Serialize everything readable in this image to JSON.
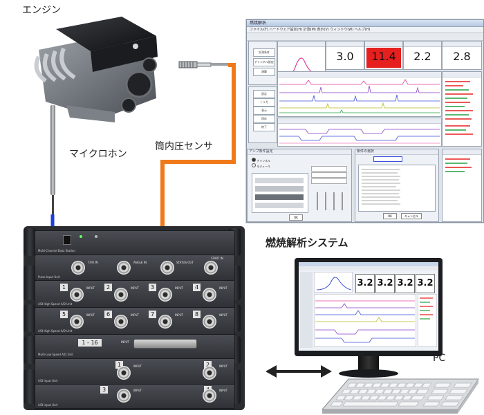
{
  "labels": {
    "engine": "エンジン",
    "microphone": "マイクロホン",
    "pressure_sensor": "筒内圧センサ",
    "combustion_system": "燃焼解析システム",
    "pc": "PC"
  },
  "software": {
    "title": "燃焼解析",
    "menu": "ファイル(F)  ハードウェア設定(H)  計測(M)  表示(V)  ウィンドウ(W)  ヘルプ(H)",
    "panel_values": [
      "3.0",
      "11.4",
      "2.2",
      "2.8"
    ],
    "nav_buttons": [
      "計測条件",
      "チャンネル設定",
      "演算",
      "設定",
      "トリガ",
      "表示",
      "保存",
      "終了"
    ],
    "dialog_title": "アンプ条件設定",
    "sub_dialog_title": "条件の選択",
    "ok_label": "OK",
    "cancel_label": "キャンセル",
    "radio_1": "チャンネル",
    "radio_2": "モジュール"
  },
  "monitor": {
    "values": [
      "3.2",
      "3.2",
      "3.2",
      "3.2"
    ]
  },
  "rack": {
    "rows": [
      {
        "label": "Multi-Channel Data Station",
        "channels": []
      },
      {
        "label": "Pulse Input Unit",
        "channels": []
      },
      {
        "label": "A/D High Speed A/D Unit",
        "channels": [
          "1",
          "2",
          "3",
          "4"
        ]
      },
      {
        "label": "A/D High Speed A/D Unit",
        "channels": [
          "5",
          "6",
          "7",
          "8"
        ]
      },
      {
        "label": "Multi-Low Speed A/D Unit",
        "channels": [
          "1 - 16"
        ]
      },
      {
        "label": "A/D Input Unit",
        "channels": [
          "1",
          "2"
        ]
      },
      {
        "label": "A/D Input Unit",
        "channels": [
          "3",
          "4"
        ]
      }
    ],
    "connector_labels": {
      "angle": "ANGLE IN",
      "status": "STATUS OUT",
      "start": "START IN",
      "input": "INPUT",
      "tdc": "T.P.R IN"
    }
  },
  "colors": {
    "sensor_cable": "#f07a1a",
    "mic_cable": "#1a3fe0",
    "highlight_red": "#e5201f",
    "plot_pink": "#e0409a",
    "plot_blue": "#3d4fd8",
    "plot_purple": "#8a3fc8",
    "plot_olive": "#b8b820",
    "plot_green": "#20a040"
  }
}
